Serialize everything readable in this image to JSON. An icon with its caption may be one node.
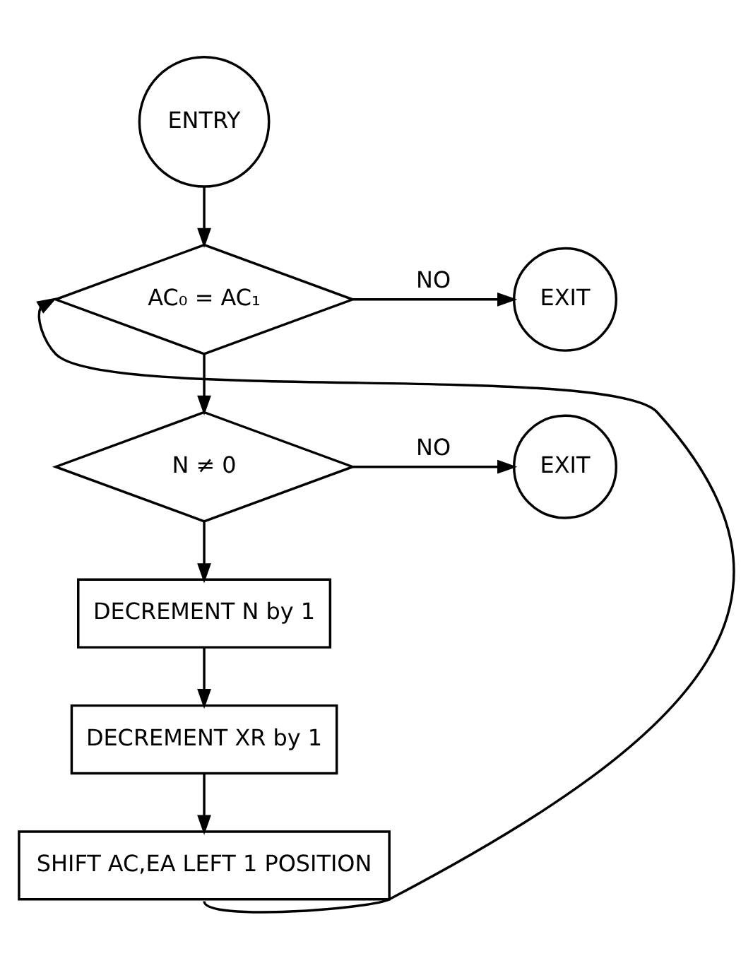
{
  "diagram": {
    "nodes": [
      {
        "text": [
          "ENTRY"
        ]
      },
      {
        "text": [
          "AC₀ = AC₁"
        ]
      },
      {
        "text": [
          "EXIT"
        ]
      },
      {
        "text": [
          "N ≠ 0"
        ]
      },
      {
        "text": [
          "EXIT"
        ]
      },
      {
        "text": [
          "DECREMENT N by 1"
        ]
      },
      {
        "text": [
          "DECREMENT XR by 1"
        ]
      },
      {
        "text": [
          "SHIFT AC,EA LEFT 1 POSITION"
        ]
      }
    ],
    "edges": [
      {
        "from": 0,
        "to": 1,
        "arrow": "to"
      },
      {
        "from": 1,
        "to": 2,
        "arrow": "to",
        "label": "NO"
      },
      {
        "from": 1,
        "to": 3,
        "arrow": "to"
      },
      {
        "from": 3,
        "to": 4,
        "arrow": "to",
        "label": "NO"
      },
      {
        "from": 3,
        "to": 5,
        "arrow": "to"
      },
      {
        "from": 5,
        "to": 6,
        "arrow": "to"
      },
      {
        "from": 6,
        "to": 7,
        "arrow": "to"
      },
      {
        "from": 7,
        "to": 1,
        "arrow": "to"
      }
    ]
  }
}
